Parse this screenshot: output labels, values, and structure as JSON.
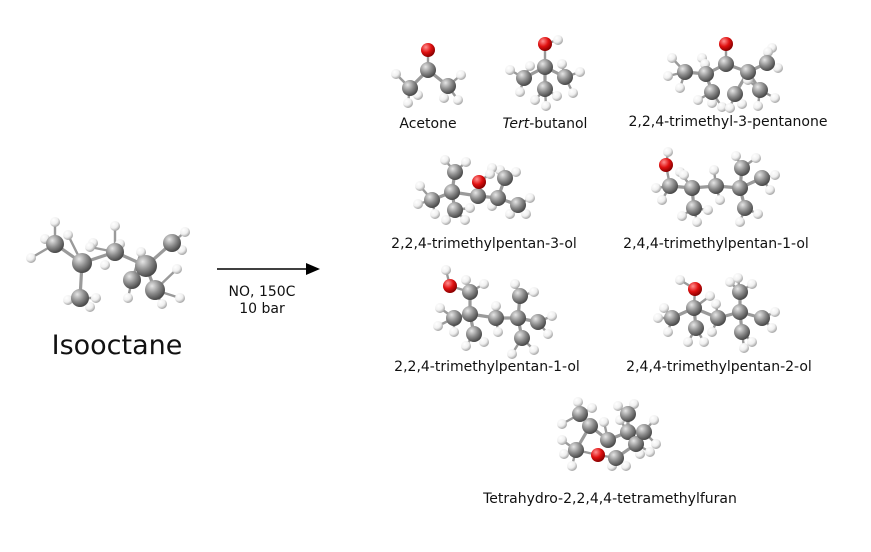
{
  "reactant": {
    "name": "Isooctane"
  },
  "conditions": {
    "line1": "NO, 150C",
    "line2": "10 bar"
  },
  "products": [
    {
      "id": "acetone",
      "label": "Acetone"
    },
    {
      "id": "tert-butanol",
      "label_italic": "Tert",
      "label_rest": "-butanol"
    },
    {
      "id": "pentanone",
      "label": "2,2,4-trimethyl-3-pentanone"
    },
    {
      "id": "pentan-3-ol",
      "label": "2,2,4-trimethylpentan-3-ol"
    },
    {
      "id": "244-pentan-1-ol",
      "label": "2,4,4-trimethylpentan-1-ol"
    },
    {
      "id": "224-pentan-1-ol",
      "label": "2,2,4-trimethylpentan-1-ol"
    },
    {
      "id": "pentan-2-ol",
      "label": "2,4,4-trimethylpentan-2-ol"
    },
    {
      "id": "furan",
      "label": "Tetrahydro-2,2,4,4-tetramethylfuran"
    }
  ],
  "colors": {
    "carbon": "#8a8a8a",
    "oxygen": "#e01010",
    "hydrogen": "#f2f2f2",
    "bond": "#9a9a9a"
  }
}
